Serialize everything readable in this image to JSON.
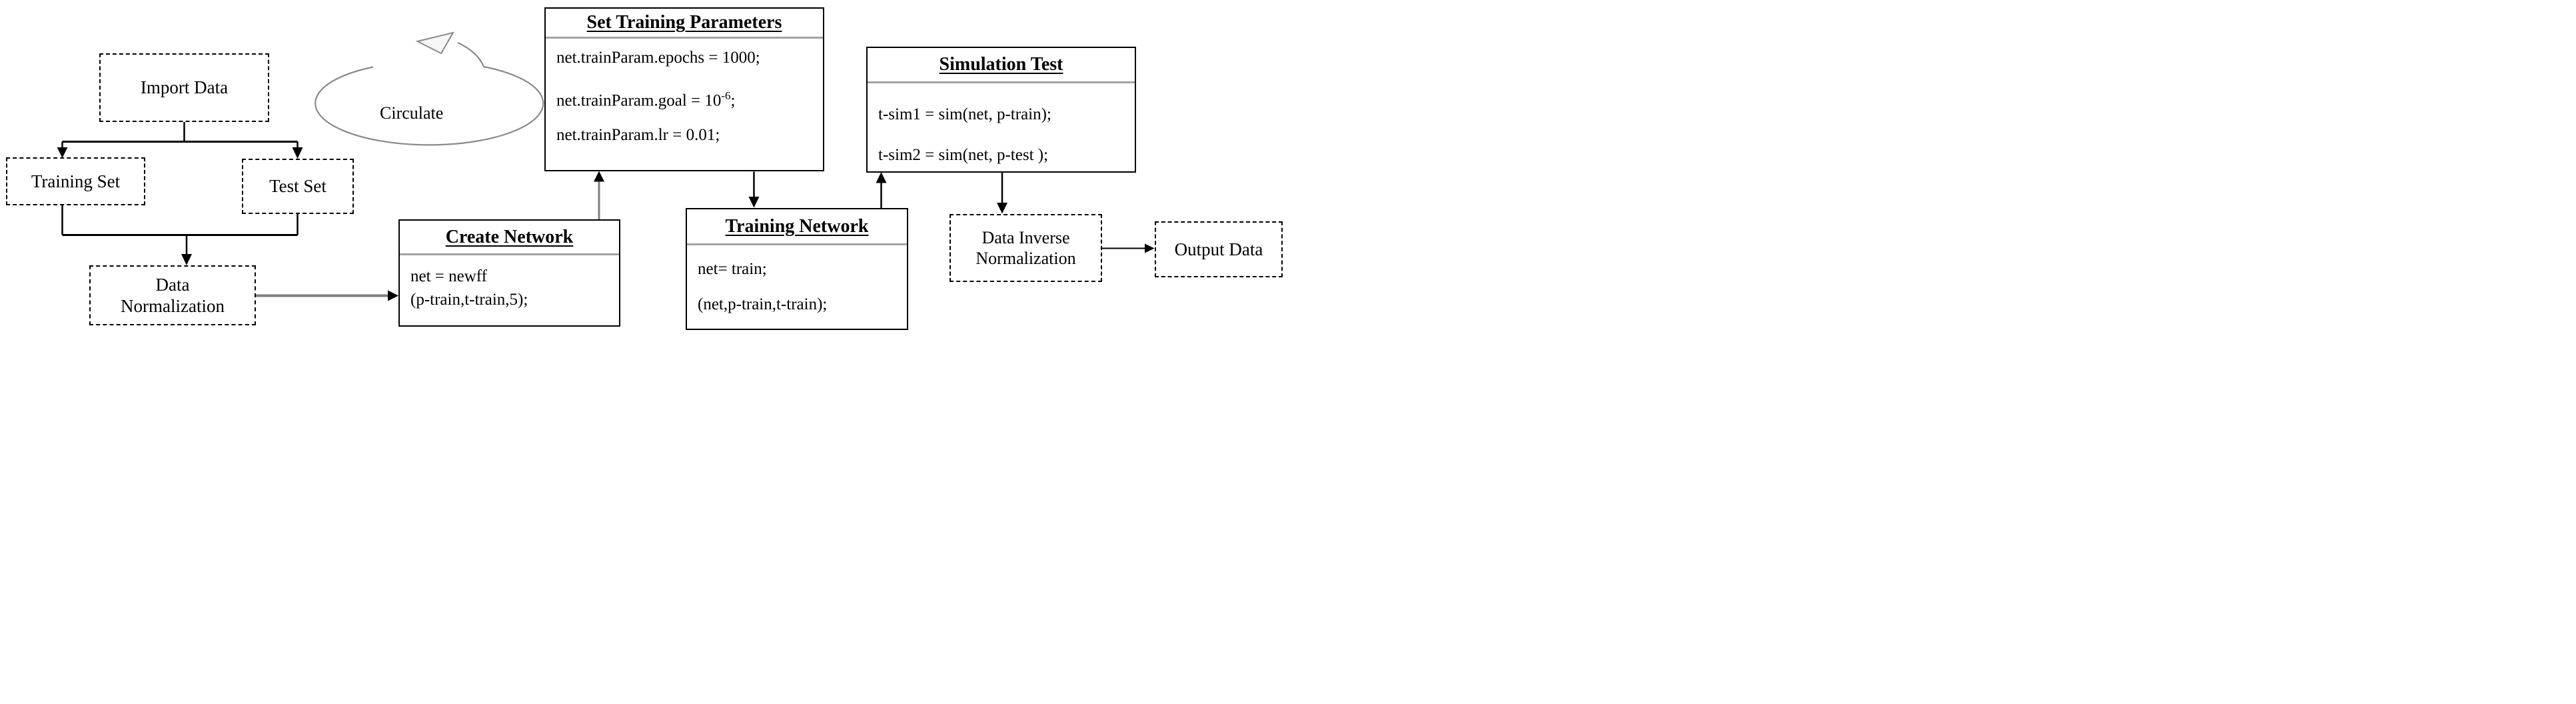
{
  "diagram": {
    "nodes": {
      "import_data": {
        "label": "Import Data"
      },
      "training_set": {
        "label": "Training Set"
      },
      "test_set": {
        "label": "Test Set"
      },
      "data_normalization": {
        "line1": "Data",
        "line2": "Normalization"
      },
      "circulate": {
        "label": "Circulate"
      },
      "set_training_parameters": {
        "title": "Set Training Parameters",
        "line1": "net.trainParam.epochs = 1000;",
        "line2_base": "net.trainParam.goal = 10",
        "line2_sup": "-6",
        "line2_end": ";",
        "line3": "net.trainParam.lr = 0.01;"
      },
      "create_network": {
        "title": "Create Network",
        "line1": "net = newff",
        "line2": "(p-train,t-train,5);"
      },
      "training_network": {
        "title": "Training Network",
        "line1": "net= train;",
        "line2": "(net,p-train,t-train);"
      },
      "simulation_test": {
        "title": "Simulation Test",
        "line1": "t-sim1 = sim(net, p-train);",
        "line2": "t-sim2 = sim(net, p-test );"
      },
      "data_inverse_normalization": {
        "line1": "Data Inverse",
        "line2": "Normalization"
      },
      "output_data": {
        "label": "Output Data"
      }
    },
    "colors": {
      "flow_line": "#000000",
      "gray_connector": "#7f7f7f",
      "header_divider": "#a3a3a3",
      "loop_stroke": "#8a8a8a",
      "loop_arrow_fill": "#f7f7f7"
    }
  }
}
